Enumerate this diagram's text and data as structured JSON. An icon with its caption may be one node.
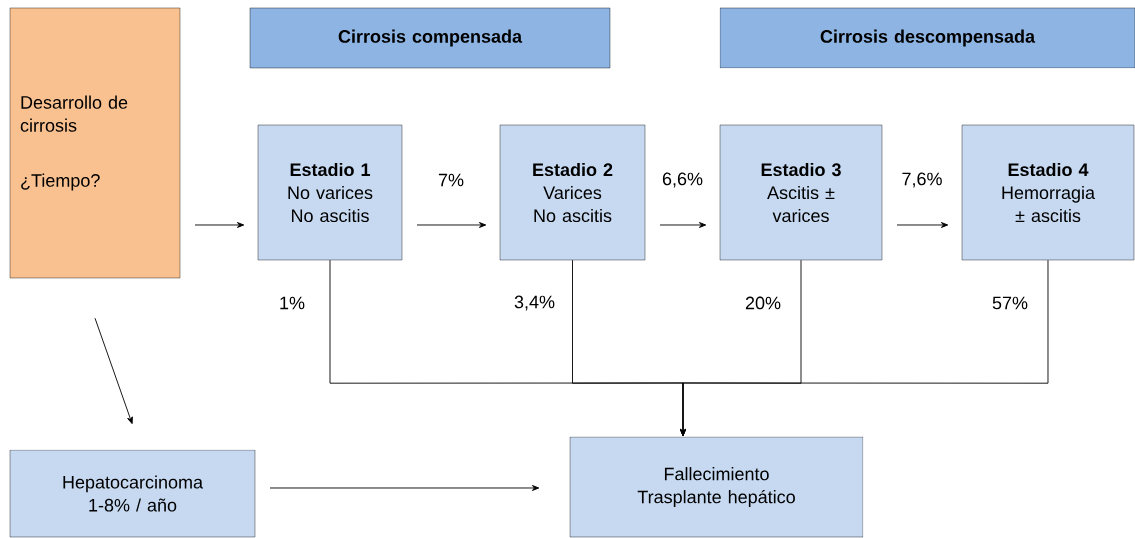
{
  "diagram": {
    "nodes": [
      {
        "text": [
          "Desarrollo de cirrosis",
          "¿Tiempo?"
        ]
      },
      {
        "text": [
          "Cirrosis compensada"
        ]
      },
      {
        "text": [
          "Cirrosis descompensada"
        ]
      },
      {
        "text": [
          "Estadio 1",
          "No varices No ascitis"
        ]
      },
      {
        "text": [
          "Estadio 2",
          "Varices No ascitis"
        ]
      },
      {
        "text": [
          "Estadio 3",
          "Ascitis ± varices"
        ]
      },
      {
        "text": [
          "Estadio 4",
          "Hemorragia ± ascitis"
        ]
      },
      {
        "text": [
          "Hepatocarcinoma 1-8% / año"
        ]
      },
      {
        "text": [
          "Fallecimiento Trasplante hepático"
        ]
      }
    ],
    "edges": [
      {
        "from": 0,
        "to": 3,
        "arrow": "to"
      },
      {
        "from": 3,
        "to": 4,
        "label": "7%",
        "arrow": "to"
      },
      {
        "from": 4,
        "to": 5,
        "label": "6,6%",
        "arrow": "to"
      },
      {
        "from": 5,
        "to": 6,
        "label": "7,6%",
        "arrow": "to"
      },
      {
        "from": 3,
        "to": 8,
        "label": "1%",
        "arrow": "to"
      },
      {
        "from": 4,
        "to": 8,
        "label": "3,4%",
        "arrow": "to"
      },
      {
        "from": 5,
        "to": 8,
        "label": "20%",
        "arrow": "to"
      },
      {
        "from": 6,
        "to": 8,
        "label": "57%",
        "arrow": "to"
      },
      {
        "from": 0,
        "to": 7,
        "arrow": "to"
      },
      {
        "from": 7,
        "to": 8,
        "arrow": "to"
      }
    ]
  }
}
